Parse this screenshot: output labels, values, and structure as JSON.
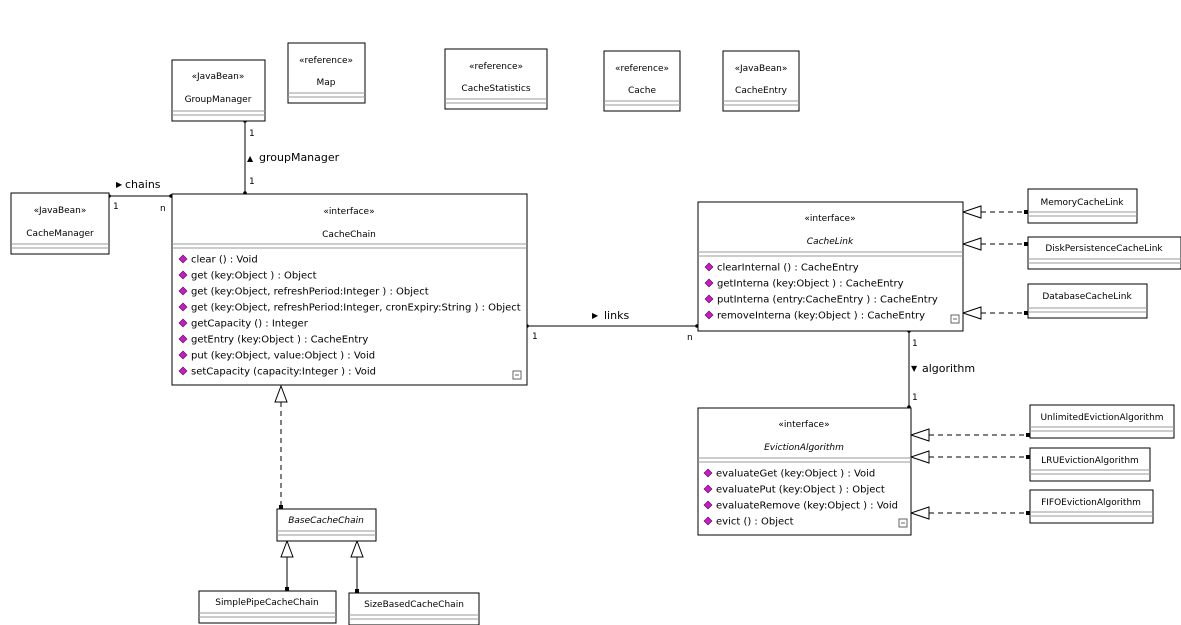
{
  "classes": {
    "group_manager": {
      "stereotype": "«JavaBean»",
      "name": "GroupManager"
    },
    "map": {
      "stereotype": "«reference»",
      "name": "Map"
    },
    "cache_statistics": {
      "stereotype": "«reference»",
      "name": "CacheStatistics"
    },
    "cache": {
      "stereotype": "«reference»",
      "name": "Cache"
    },
    "cache_entry": {
      "stereotype": "«JavaBean»",
      "name": "CacheEntry"
    },
    "cache_manager": {
      "stereotype": "«JavaBean»",
      "name": "CacheManager"
    },
    "cache_chain": {
      "stereotype": "«interface»",
      "name": "CacheChain",
      "methods": [
        "clear () : Void",
        "get (key:Object  ) : Object",
        "get (key:Object, refreshPeriod:Integer  ) : Object",
        "get (key:Object, refreshPeriod:Integer, cronExpiry:String  ) : Object",
        "getCapacity () : Integer",
        "getEntry (key:Object  ) : CacheEntry",
        "put (key:Object, value:Object  ) : Void",
        "setCapacity (capacity:Integer  ) : Void"
      ]
    },
    "cache_link": {
      "stereotype": "«interface»",
      "name": "CacheLink",
      "methods": [
        "clearInternal () : CacheEntry",
        "getInterna (key:Object  ) : CacheEntry",
        "putInterna (entry:CacheEntry  ) : CacheEntry",
        "removeInterna (key:Object  ) : CacheEntry"
      ]
    },
    "eviction_algorithm": {
      "stereotype": "«interface»",
      "name": "EvictionAlgorithm",
      "methods": [
        "evaluateGet (key:Object  ) : Void",
        "evaluatePut (key:Object  ) : Object",
        "evaluateRemove (key:Object  ) : Void",
        "evict () : Object"
      ]
    },
    "base_cache_chain": {
      "name": "BaseCacheChain"
    },
    "simple_pipe_cache_chain": {
      "name": "SimplePipeCacheChain"
    },
    "size_based_cache_chain": {
      "name": "SizeBasedCacheChain"
    },
    "memory_cache_link": {
      "name": "MemoryCacheLink"
    },
    "disk_persistence_cache_link": {
      "name": "DiskPersistenceCacheLink"
    },
    "database_cache_link": {
      "name": "DatabaseCacheLink"
    },
    "unlimited_eviction_algorithm": {
      "name": "UnlimitedEvictionAlgorithm"
    },
    "lru_eviction_algorithm": {
      "name": "LRUEvictionAlgorithm"
    },
    "fifo_eviction_algorithm": {
      "name": "FIFOEvictionAlgorithm"
    }
  },
  "associations": {
    "group_manager": {
      "label": "groupManager",
      "arrow": "▲",
      "mult_top": "1",
      "mult_bottom": "1"
    },
    "chains": {
      "label": "chains",
      "arrow": "▶",
      "mult_left": "1",
      "mult_right": "n"
    },
    "links": {
      "label": "links",
      "arrow": "▶",
      "mult_left": "1",
      "mult_right": "n"
    },
    "algorithm": {
      "label": "algorithm",
      "arrow": "▼",
      "mult_top": "1",
      "mult_bottom": "1"
    }
  }
}
